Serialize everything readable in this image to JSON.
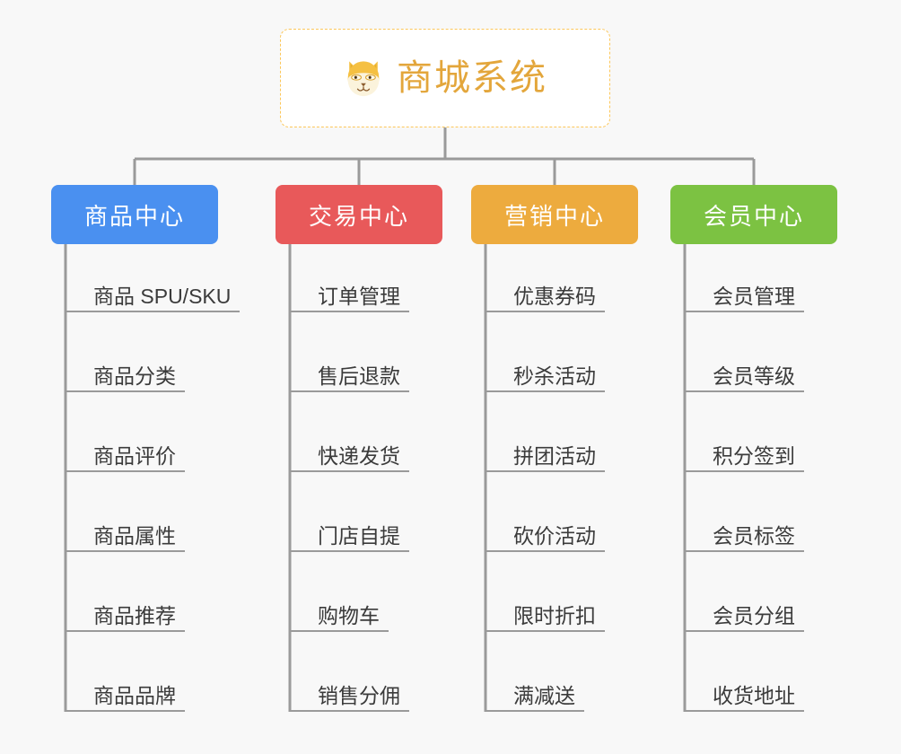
{
  "root": {
    "title": "商城系统",
    "icon": "shiba-dog-face-icon",
    "border_color": "#fcc75a",
    "text_color": "#e3a63b",
    "background": "#ffffff"
  },
  "canvas": {
    "background": "#f8f8f8",
    "connector_color": "#9a9a9a"
  },
  "columns": [
    {
      "id": "product-center",
      "title": "商品中心",
      "color": "#4a90f0",
      "items": [
        "商品 SPU/SKU",
        "商品分类",
        "商品评价",
        "商品属性",
        "商品推荐",
        "商品品牌"
      ]
    },
    {
      "id": "trade-center",
      "title": "交易中心",
      "color": "#e8595a",
      "items": [
        "订单管理",
        "售后退款",
        "快递发货",
        "门店自提",
        "购物车",
        "销售分佣"
      ]
    },
    {
      "id": "marketing-center",
      "title": "营销中心",
      "color": "#edab3e",
      "items": [
        "优惠券码",
        "秒杀活动",
        "拼团活动",
        "砍价活动",
        "限时折扣",
        "满减送"
      ]
    },
    {
      "id": "member-center",
      "title": "会员中心",
      "color": "#7cc242",
      "items": [
        "会员管理",
        "会员等级",
        "积分签到",
        "会员标签",
        "会员分组",
        "收货地址"
      ]
    }
  ]
}
